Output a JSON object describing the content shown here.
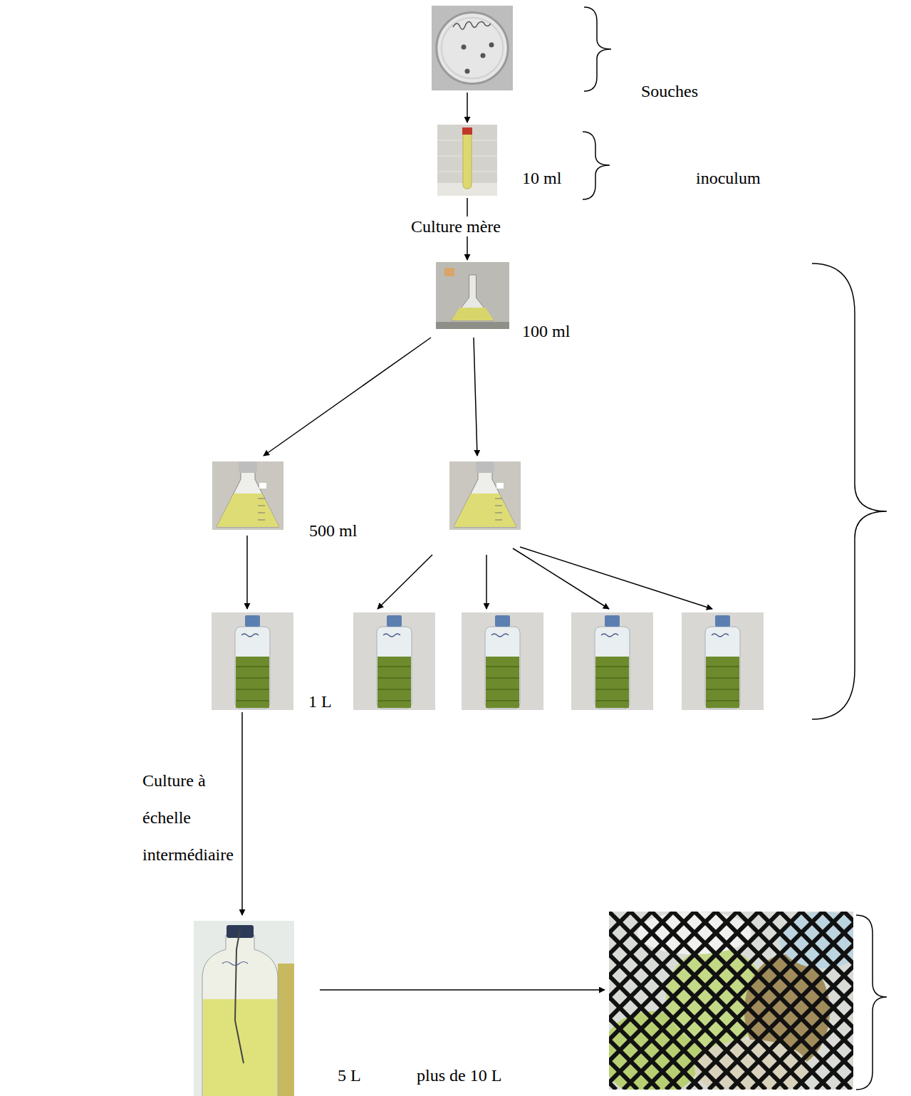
{
  "diagram": {
    "nodes": [
      {
        "text": [
          "Souches"
        ]
      },
      {
        "text": [
          "10 ml",
          "inoculum"
        ]
      },
      {
        "text": [
          "100 ml"
        ]
      },
      {
        "text": [
          "500 ml"
        ]
      },
      {
        "text": []
      },
      {
        "text": [
          "1 L"
        ]
      },
      {
        "text": []
      },
      {
        "text": []
      },
      {
        "text": []
      },
      {
        "text": []
      },
      {
        "text": [
          "5 L"
        ]
      },
      {
        "text": [
          "plus de 10 L"
        ]
      }
    ],
    "edges": [
      {
        "from": 0,
        "to": 1,
        "arrow": "to"
      },
      {
        "from": 1,
        "to": 2,
        "label": "Culture mère",
        "arrow": "to"
      },
      {
        "from": 2,
        "to": 3,
        "arrow": "to"
      },
      {
        "from": 2,
        "to": 4,
        "arrow": "to"
      },
      {
        "from": 3,
        "to": 5,
        "arrow": "to"
      },
      {
        "from": 4,
        "to": 6,
        "arrow": "to"
      },
      {
        "from": 4,
        "to": 7,
        "arrow": "to"
      },
      {
        "from": 4,
        "to": 8,
        "arrow": "to"
      },
      {
        "from": 4,
        "to": 9,
        "arrow": "to"
      },
      {
        "from": 5,
        "to": 10,
        "arrow": "to"
      },
      {
        "from": 10,
        "to": 11,
        "arrow": "to"
      }
    ],
    "labels": [
      "Culture à échelle intermédiaire"
    ]
  }
}
